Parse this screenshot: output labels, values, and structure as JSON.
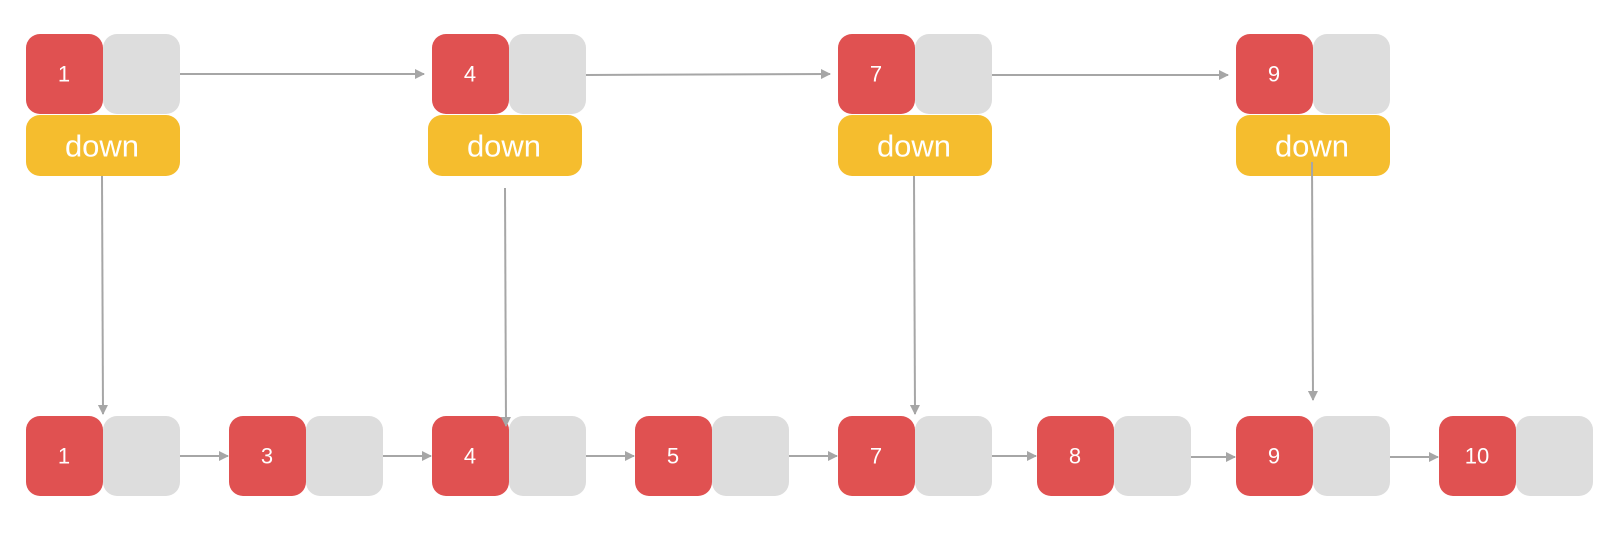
{
  "colors": {
    "value_cell": "#e05151",
    "pointer_cell": "#dddddd",
    "down_cell": "#f5bd2e",
    "arrow": "#a6a6a6",
    "text": "#ffffff"
  },
  "index_level": {
    "nodes": [
      {
        "value": "1",
        "down_label": "down"
      },
      {
        "value": "4",
        "down_label": "down"
      },
      {
        "value": "7",
        "down_label": "down"
      },
      {
        "value": "9",
        "down_label": "down"
      }
    ]
  },
  "base_level": {
    "nodes": [
      {
        "value": "1"
      },
      {
        "value": "3"
      },
      {
        "value": "4"
      },
      {
        "value": "5"
      },
      {
        "value": "7"
      },
      {
        "value": "8"
      },
      {
        "value": "9"
      },
      {
        "value": "10"
      }
    ]
  }
}
